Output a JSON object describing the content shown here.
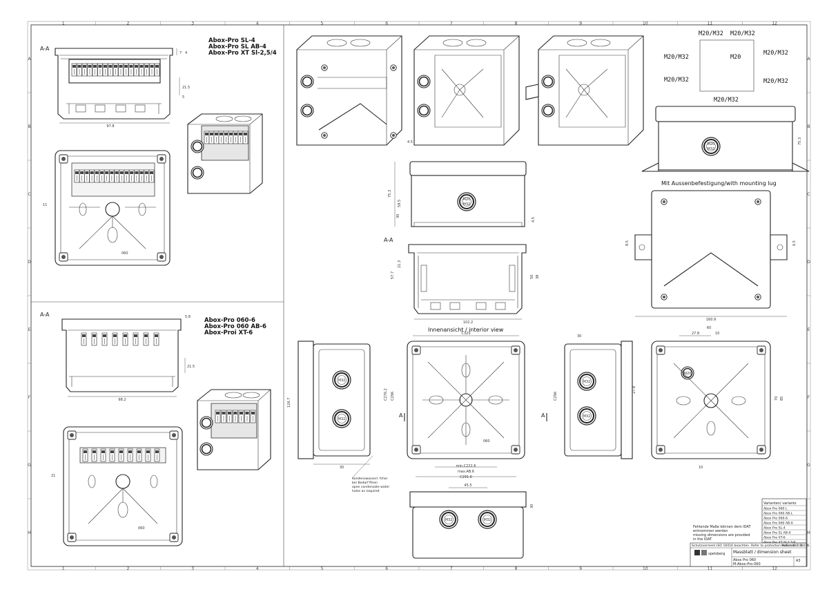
{
  "frame": {
    "columns": [
      "1",
      "2",
      "3",
      "4",
      "5",
      "6",
      "7",
      "8",
      "9",
      "10",
      "11",
      "12"
    ],
    "rows": [
      "A",
      "B",
      "C",
      "D",
      "E",
      "F",
      "G",
      "H"
    ]
  },
  "top_left": {
    "section": "A-A",
    "variants": [
      "Abox-Pro  SL-4",
      "Abox-Pro  SL  AB-4",
      "Abox-Pro  XT  Sl-2,5/4"
    ],
    "dims": {
      "width": "97.8",
      "d1": "7",
      "d2": "4",
      "d3": "21.5",
      "d4": "5",
      "side": "11",
      "mark": "060"
    }
  },
  "bottom_left": {
    "section": "A-A",
    "variants": [
      "Abox-Pro  060-6",
      "Abox-Pro  060  AB-6",
      "Abox-Proi  XT-6"
    ],
    "dims": {
      "width": "98.2",
      "d1": "5.8",
      "d2": "21.5",
      "side": "21",
      "mark": "060"
    }
  },
  "middle": {
    "section": "A-A",
    "interior_label": "Innenansicht / interior view",
    "gland_top": "M20",
    "gland_bottom": "M32",
    "dims": {
      "front_h": "75.3",
      "front_h2": "59.5",
      "front_low": "30",
      "front_r": "4.5",
      "sec_h": "57.7",
      "sec_h2": "21.3",
      "sec_r1": "50",
      "sec_r2": "38",
      "sec_w": "102.2",
      "iv_w": "C32S",
      "iv_h": "C276.2",
      "iv_h2": "C296",
      "iv_bottom1": "min.C222.6",
      "iv_bottom2": "max.AB.6",
      "iv_bottom3": "C291.6",
      "left_h": "126.7",
      "left_b": "30",
      "right_h": "C296",
      "right_low": "30",
      "bottom_w": "45.5",
      "bottom_r": "30",
      "mark": "060"
    },
    "arrow_a": "A",
    "condensation_note": [
      "Kondenswasserl. fcher",
      "bei Bedarf ffnen",
      "open condensate water",
      "holes as required"
    ]
  },
  "top_right": {
    "gland_labels": [
      "M20/M32",
      "M20/M32",
      "M20/M32",
      "M20",
      "M20/M32",
      "M20/M32",
      "M20/M32"
    ],
    "lug_title": "Mit Aussenbefestigung/with mounting lug",
    "dims": {
      "side_h": "75.3",
      "lug_w": "160.9",
      "lug_h": "8.5",
      "lug_r": "6.5"
    },
    "base_dims": {
      "a": "27.8",
      "b": "10",
      "c": "60",
      "d": "27.8",
      "e": "85",
      "f": "70",
      "g": "10"
    }
  },
  "title_block": {
    "variants_header": "Varianten/ variants",
    "variants": [
      "Abox Pro  060 L",
      "Abox Pro  060  AB-L",
      "Abox Pro  060-6",
      "Abox Pro  060  AB-6",
      "Abox Pro  SL-4",
      "Abox Pro  SL  AB-4",
      "Abox Pro  XT-6",
      "Abox Pro  XT  Sl-2,5/4"
    ],
    "note": [
      "Fehlende Maße können dem IDAT",
      "entnommen werden",
      "missing dimensions are provided",
      "in the IDAT"
    ],
    "copyright": "Schutzvermerk ISO 16016 beachten. Refer to protection notice ISO 16016.",
    "scale_label": "Maßstab: 1:1",
    "sheet_title": "Massblatt / dimension sheet",
    "product": "Abox Pro 060",
    "drawing_no": "M-Abox-Pro-060",
    "brand": "spelsberg",
    "size": "A3"
  }
}
